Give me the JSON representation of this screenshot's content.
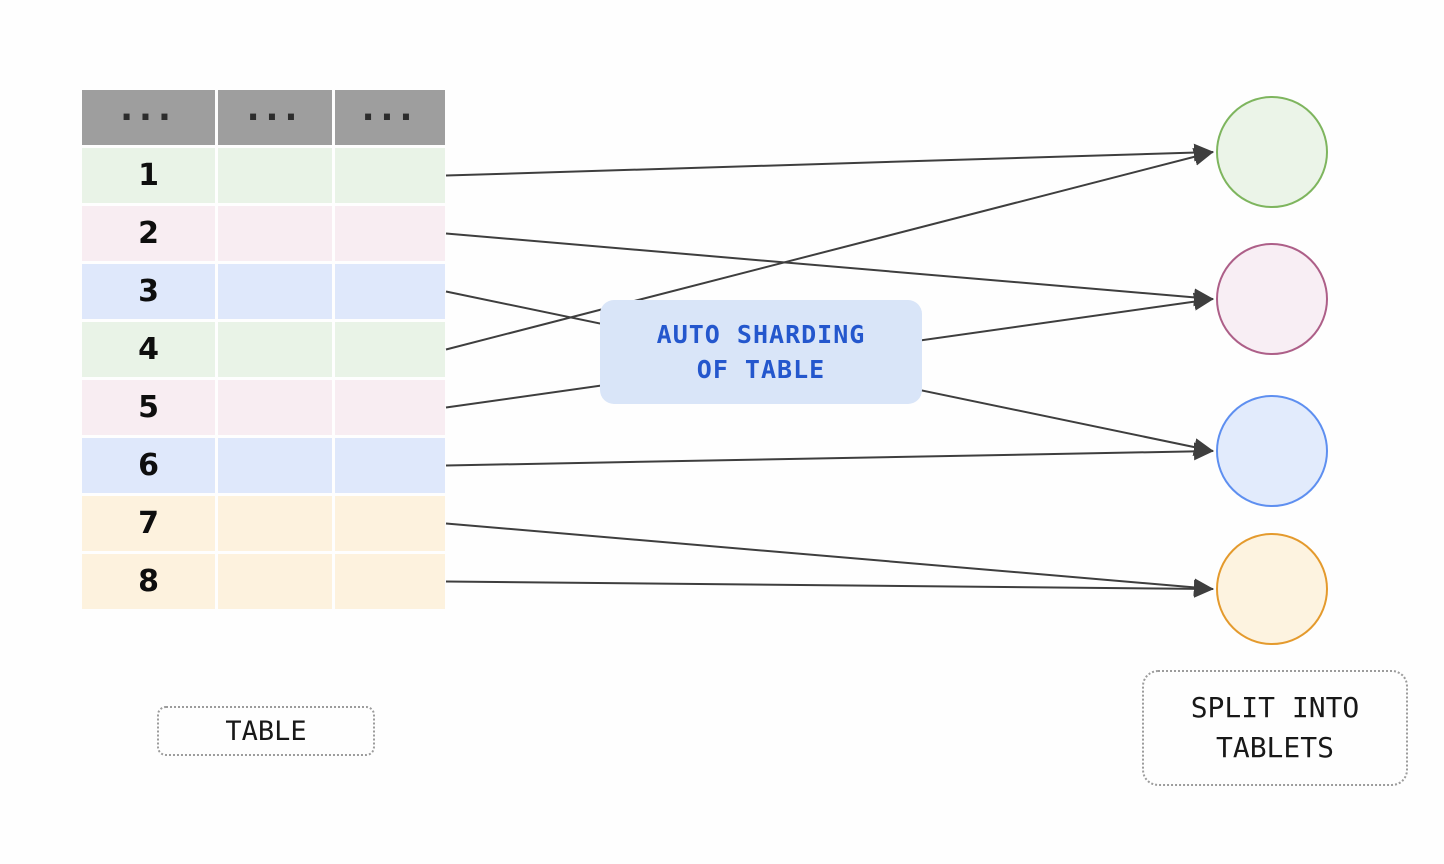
{
  "diagram": {
    "table": {
      "label": "TABLE",
      "header_cells": [
        "...",
        "...",
        "..."
      ],
      "rows": [
        {
          "id": "1",
          "color": "green"
        },
        {
          "id": "2",
          "color": "pink"
        },
        {
          "id": "3",
          "color": "blue"
        },
        {
          "id": "4",
          "color": "green"
        },
        {
          "id": "5",
          "color": "pink"
        },
        {
          "id": "6",
          "color": "blue"
        },
        {
          "id": "7",
          "color": "orange"
        },
        {
          "id": "8",
          "color": "orange"
        }
      ]
    },
    "process_box": {
      "lines": [
        "AUTO SHARDING",
        "OF TABLE"
      ]
    },
    "tablets": [
      {
        "name": "tablet-green",
        "color": "green"
      },
      {
        "name": "tablet-pink",
        "color": "pink"
      },
      {
        "name": "tablet-blue",
        "color": "blue"
      },
      {
        "name": "tablet-orange",
        "color": "orange"
      }
    ],
    "tablets_label_lines": [
      "SPLIT INTO",
      "TABLETS"
    ],
    "connections": [
      {
        "from_row": "1",
        "to_tablet": "green"
      },
      {
        "from_row": "2",
        "to_tablet": "pink"
      },
      {
        "from_row": "3",
        "to_tablet": "blue"
      },
      {
        "from_row": "4",
        "to_tablet": "green"
      },
      {
        "from_row": "5",
        "to_tablet": "pink"
      },
      {
        "from_row": "6",
        "to_tablet": "blue"
      },
      {
        "from_row": "7",
        "to_tablet": "orange"
      },
      {
        "from_row": "8",
        "to_tablet": "orange"
      }
    ],
    "colors": {
      "header_bg": "#9e9e9e",
      "row_green": "#e9f3e7",
      "row_pink": "#f8edf2",
      "row_blue": "#dfe8fb",
      "row_orange": "#fdf2de",
      "box_bg": "#d9e5f8",
      "box_text": "#2457cd",
      "arrow": "#3e3e3e",
      "green": {
        "fill": "#ebf4e8",
        "stroke": "#7eb55e"
      },
      "pink": {
        "fill": "#f8eef4",
        "stroke": "#ad5f88"
      },
      "blue": {
        "fill": "#e2ebfc",
        "stroke": "#5e8ff0"
      },
      "orange": {
        "fill": "#fdf3e0",
        "stroke": "#e49a2d"
      }
    }
  }
}
